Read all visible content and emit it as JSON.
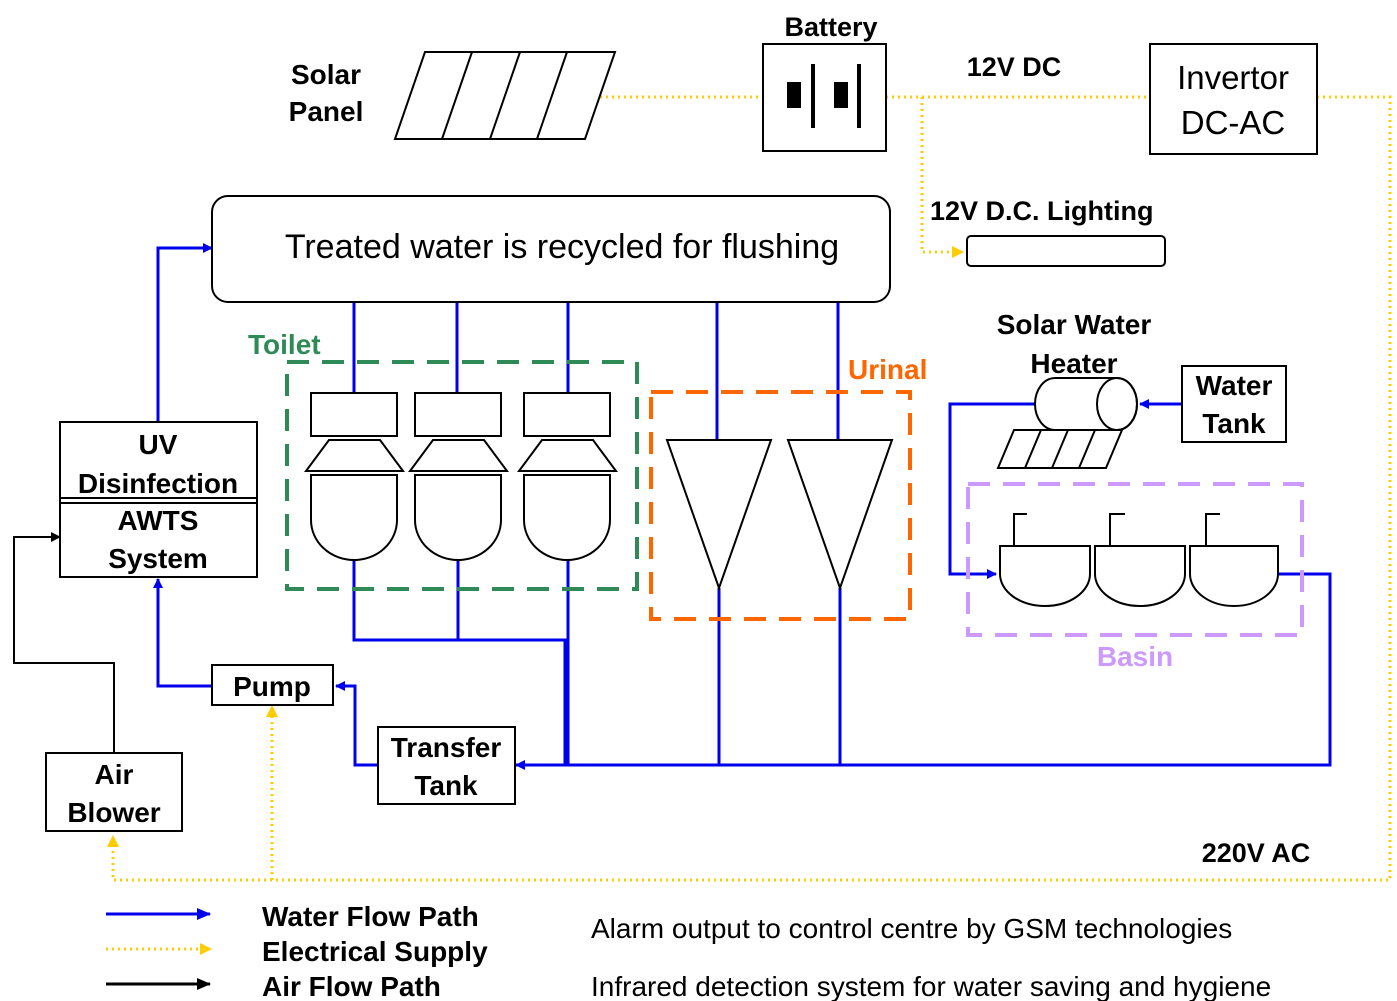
{
  "labels": {
    "solar_panel": [
      "Solar",
      "Panel"
    ],
    "battery": "Battery",
    "dc_12v": "12V DC",
    "invertor": [
      "Invertor",
      "DC-AC"
    ],
    "dc_lighting": "12V D.C. Lighting",
    "treated_water": "Treated water is recycled for flushing",
    "toilet": "Toilet",
    "urinal": "Urinal",
    "solar_water_heater": [
      "Solar Water",
      "Heater"
    ],
    "water_tank": [
      "Water",
      "Tank"
    ],
    "uv_disinfection": [
      "UV",
      "Disinfection"
    ],
    "awts_system": [
      "AWTS",
      "System"
    ],
    "basin": "Basin",
    "pump": "Pump",
    "transfer_tank": [
      "Transfer",
      "Tank"
    ],
    "air_blower": [
      "Air",
      "Blower"
    ],
    "ac_220v": "220V AC"
  },
  "legend": [
    {
      "label": "Water Flow Path",
      "color": "#0000ee",
      "style": "solid"
    },
    {
      "label": "Electrical Supply",
      "color": "#ffcc00",
      "style": "dotted"
    },
    {
      "label": "Air Flow Path",
      "color": "#000000",
      "style": "solid"
    }
  ],
  "notes": [
    "Alarm output to control centre by GSM technologies",
    "Infrared detection system for water saving and hygiene"
  ],
  "colors": {
    "water": "#0000ee",
    "electric": "#ffcc00",
    "air": "#000000",
    "toilet": "#2e8b57",
    "urinal": "#ff6600",
    "basin": "#cc99ff"
  }
}
